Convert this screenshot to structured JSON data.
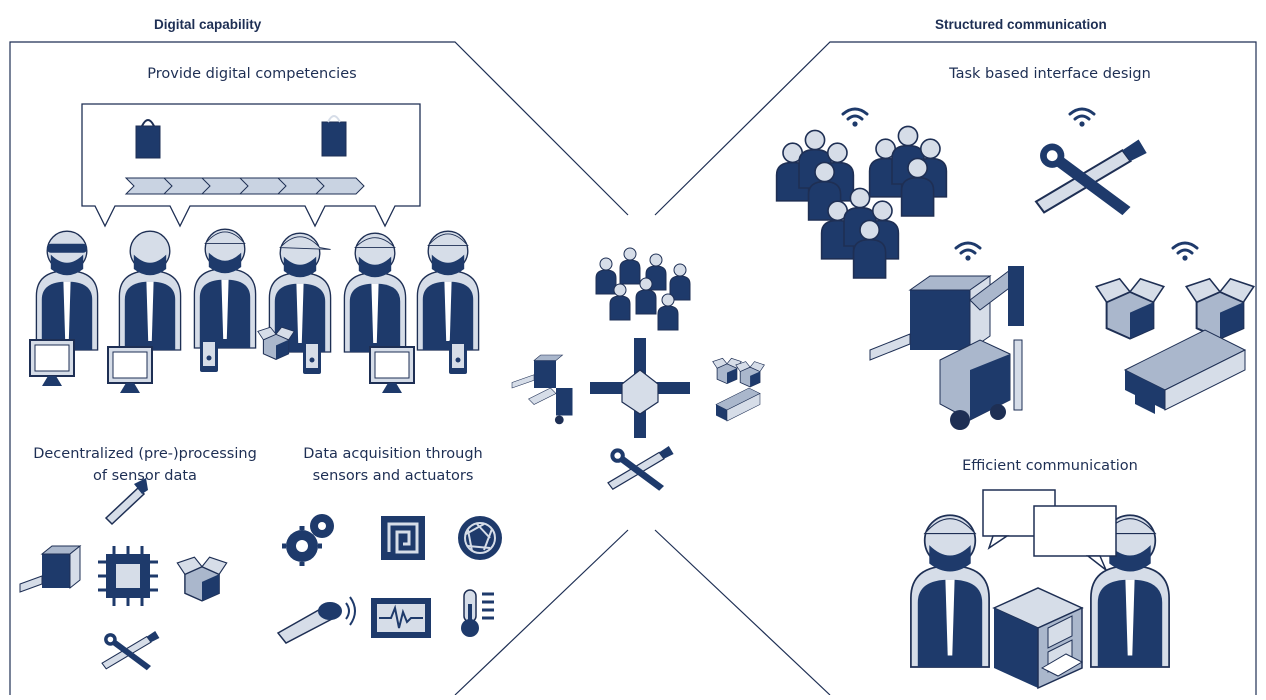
{
  "left_panel": {
    "header": "Digital capability",
    "subtitle": "Provide digital competencies",
    "bottom_left_label_line1": "Decentralized (pre-)processing",
    "bottom_left_label_line2": "of sensor data",
    "bottom_right_label_line1": "Data acquisition through",
    "bottom_right_label_line2": "sensors and actuators"
  },
  "right_panel": {
    "header": "Structured communication",
    "top_label": "Task based interface design",
    "bottom_label": "Efficient communication"
  },
  "colors": {
    "primary": "#1e3a6b",
    "light": "#d6dde8",
    "mid": "#aab7cc",
    "line": "#1e2f54"
  }
}
